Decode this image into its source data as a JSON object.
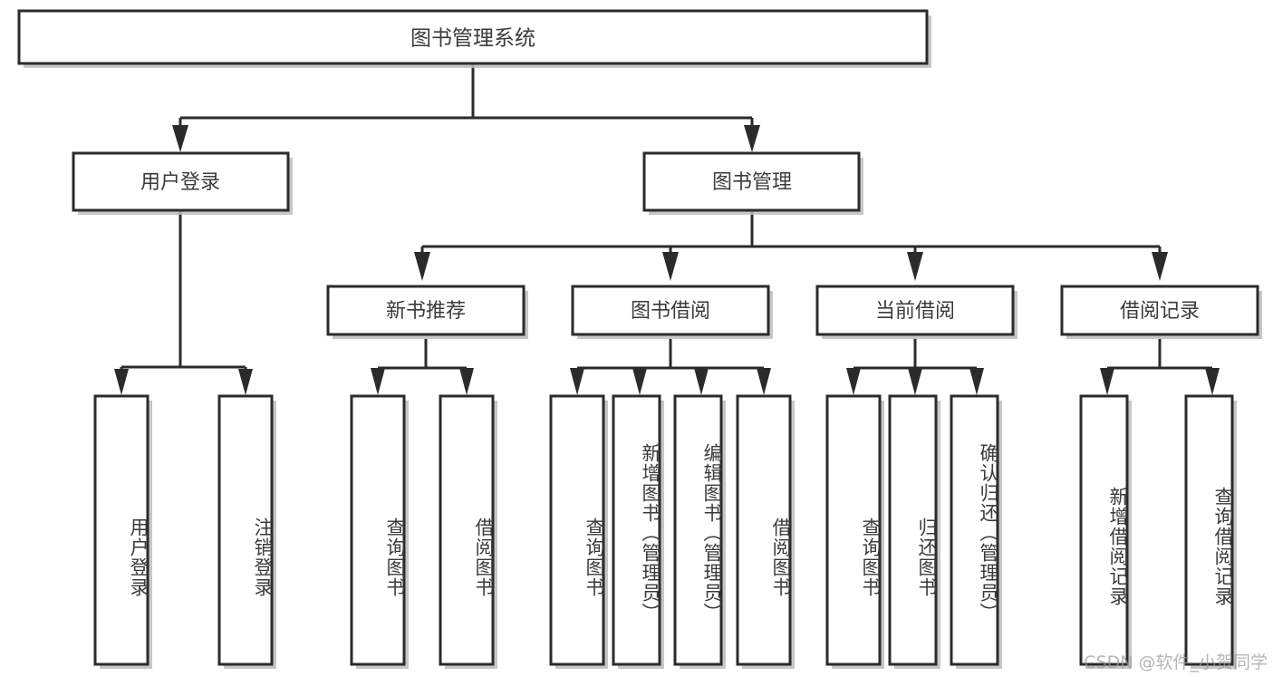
{
  "diagram": {
    "title": "图书管理系统",
    "type": "tree",
    "orientation": "top-down",
    "colors": {
      "box_fill": "#ffffff",
      "box_stroke": "#2b2b2b",
      "connector": "#2b2b2b",
      "label_text": "#3b3b3b",
      "watermark_text": "#9a9a9a",
      "background": "#ffffff"
    },
    "root": {
      "id": "root",
      "label": "图书管理系统",
      "level": 1
    },
    "level2": [
      {
        "id": "user-login",
        "label": "用户登录",
        "level": 2
      },
      {
        "id": "book-manage",
        "label": "图书管理",
        "level": 2
      }
    ],
    "level3": [
      {
        "id": "new-book-recommend",
        "label": "新书推荐",
        "level": 3,
        "parent": "book-manage"
      },
      {
        "id": "book-borrow",
        "label": "图书借阅",
        "level": 3,
        "parent": "book-manage"
      },
      {
        "id": "current-borrow",
        "label": "当前借阅",
        "level": 3,
        "parent": "book-manage"
      },
      {
        "id": "borrow-record",
        "label": "借阅记录",
        "level": 3,
        "parent": "book-manage"
      }
    ],
    "leaves": [
      {
        "id": "leaf-user-login",
        "label": "用户登录",
        "parent": "user-login"
      },
      {
        "id": "leaf-user-logout",
        "label": "注销登录",
        "parent": "user-login"
      },
      {
        "id": "leaf-query-book-1",
        "label": "查询图书",
        "parent": "new-book-recommend"
      },
      {
        "id": "leaf-borrow-book-1",
        "label": "借阅图书",
        "parent": "new-book-recommend"
      },
      {
        "id": "leaf-query-book-2",
        "label": "查询图书",
        "parent": "book-borrow"
      },
      {
        "id": "leaf-add-book-admin",
        "label": "新增图书（管理员）",
        "parent": "book-borrow"
      },
      {
        "id": "leaf-edit-book-admin",
        "label": "编辑图书（管理员）",
        "parent": "book-borrow"
      },
      {
        "id": "leaf-borrow-book-2",
        "label": "借阅图书",
        "parent": "book-borrow"
      },
      {
        "id": "leaf-query-book-3",
        "label": "查询图书",
        "parent": "current-borrow"
      },
      {
        "id": "leaf-return-book",
        "label": "归还图书",
        "parent": "current-borrow"
      },
      {
        "id": "leaf-confirm-return-admin",
        "label": "确认归还（管理员）",
        "parent": "current-borrow"
      },
      {
        "id": "leaf-add-borrow-record",
        "label": "新增借阅记录",
        "parent": "borrow-record"
      },
      {
        "id": "leaf-query-borrow-record",
        "label": "查询借阅记录",
        "parent": "borrow-record"
      }
    ]
  },
  "watermark": {
    "text": "CSDN @软件_小贺同学"
  }
}
